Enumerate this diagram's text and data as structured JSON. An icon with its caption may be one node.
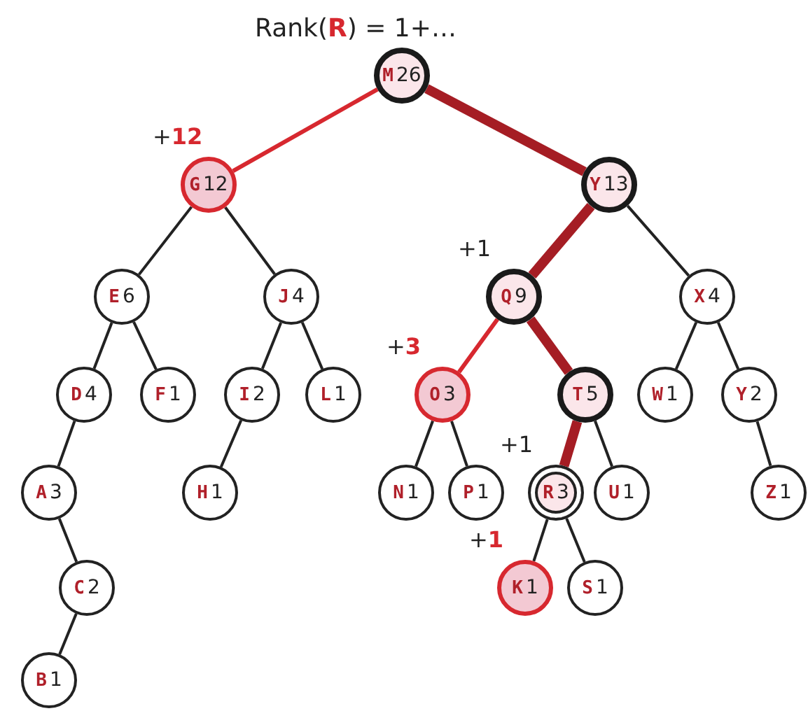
{
  "diagram": {
    "title": "Rank(**R**) =  1+…",
    "nodes": [
      {
        "text": [
          "M",
          "26"
        ]
      },
      {
        "text": [
          "G",
          "12"
        ],
        "beside": [
          "+**12**"
        ]
      },
      {
        "text": [
          "Y",
          "13"
        ]
      },
      {
        "text": [
          "E",
          "6"
        ]
      },
      {
        "text": [
          "J",
          "4"
        ]
      },
      {
        "text": [
          "Q",
          "9"
        ],
        "beside": [
          "+1"
        ]
      },
      {
        "text": [
          "X",
          "4"
        ]
      },
      {
        "text": [
          "D",
          "4"
        ]
      },
      {
        "text": [
          "F",
          "1"
        ]
      },
      {
        "text": [
          "I",
          "2"
        ]
      },
      {
        "text": [
          "L",
          "1"
        ]
      },
      {
        "text": [
          "O",
          "3"
        ],
        "beside": [
          "+**3**"
        ]
      },
      {
        "text": [
          "T",
          "5"
        ]
      },
      {
        "text": [
          "W",
          "1"
        ]
      },
      {
        "text": [
          "Y",
          "2"
        ]
      },
      {
        "text": [
          "A",
          "3"
        ]
      },
      {
        "text": [
          "H",
          "1"
        ]
      },
      {
        "text": [
          "N",
          "1"
        ]
      },
      {
        "text": [
          "P",
          "1"
        ]
      },
      {
        "text": [
          "R",
          "3"
        ],
        "beside": [
          "+1"
        ]
      },
      {
        "text": [
          "U",
          "1"
        ]
      },
      {
        "text": [
          "Z",
          "1"
        ]
      },
      {
        "text": [
          "C",
          "2"
        ]
      },
      {
        "text": [
          "K",
          "1"
        ],
        "beside": [
          "+**1**"
        ]
      },
      {
        "text": [
          "S",
          "1"
        ]
      },
      {
        "text": [
          "B",
          "1"
        ]
      }
    ],
    "edges": [
      {
        "from": 0,
        "to": 1,
        "arrow": "none",
        "color": "#d7282f"
      },
      {
        "from": 0,
        "to": 2,
        "arrow": "none",
        "style": "thick",
        "color": "#a51d24"
      },
      {
        "from": 1,
        "to": 3,
        "arrow": "none"
      },
      {
        "from": 1,
        "to": 4,
        "arrow": "none"
      },
      {
        "from": 2,
        "to": 5,
        "arrow": "none",
        "style": "thick",
        "color": "#a51d24"
      },
      {
        "from": 2,
        "to": 6,
        "arrow": "none"
      },
      {
        "from": 3,
        "to": 7,
        "arrow": "none"
      },
      {
        "from": 3,
        "to": 8,
        "arrow": "none"
      },
      {
        "from": 4,
        "to": 9,
        "arrow": "none"
      },
      {
        "from": 4,
        "to": 10,
        "arrow": "none"
      },
      {
        "from": 5,
        "to": 11,
        "arrow": "none",
        "color": "#d7282f"
      },
      {
        "from": 5,
        "to": 12,
        "arrow": "none",
        "style": "thick",
        "color": "#a51d24"
      },
      {
        "from": 6,
        "to": 13,
        "arrow": "none"
      },
      {
        "from": 6,
        "to": 14,
        "arrow": "none"
      },
      {
        "from": 7,
        "to": 15,
        "arrow": "none"
      },
      {
        "from": 9,
        "to": 16,
        "arrow": "none"
      },
      {
        "from": 11,
        "to": 17,
        "arrow": "none"
      },
      {
        "from": 11,
        "to": 18,
        "arrow": "none"
      },
      {
        "from": 12,
        "to": 19,
        "arrow": "none",
        "style": "thick",
        "color": "#a51d24"
      },
      {
        "from": 12,
        "to": 20,
        "arrow": "none"
      },
      {
        "from": 14,
        "to": 21,
        "arrow": "none"
      },
      {
        "from": 15,
        "to": 22,
        "arrow": "none"
      },
      {
        "from": 19,
        "to": 23,
        "arrow": "none"
      },
      {
        "from": 19,
        "to": 24,
        "arrow": "none"
      },
      {
        "from": 22,
        "to": 25,
        "arrow": "none"
      }
    ]
  }
}
